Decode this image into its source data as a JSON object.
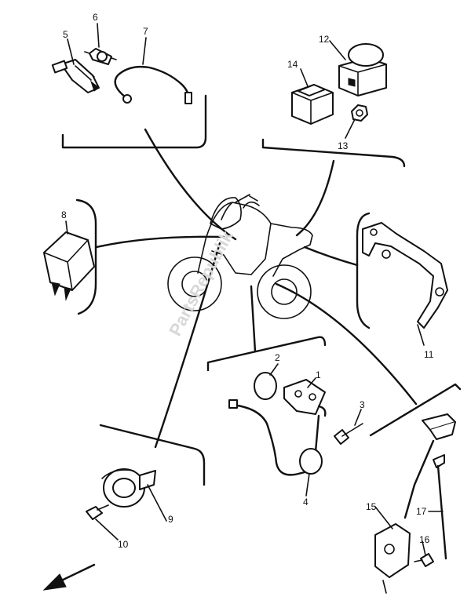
{
  "watermark": "PartsRepublik",
  "callouts": [
    {
      "id": "1",
      "text": "1"
    },
    {
      "id": "2",
      "text": "2"
    },
    {
      "id": "3",
      "text": "3"
    },
    {
      "id": "4",
      "text": "4"
    },
    {
      "id": "5",
      "text": "5"
    },
    {
      "id": "6",
      "text": "6"
    },
    {
      "id": "7",
      "text": "7"
    },
    {
      "id": "8",
      "text": "8"
    },
    {
      "id": "9",
      "text": "9"
    },
    {
      "id": "10",
      "text": "10"
    },
    {
      "id": "11",
      "text": "11"
    },
    {
      "id": "12",
      "text": "12"
    },
    {
      "id": "13",
      "text": "13"
    },
    {
      "id": "14",
      "text": "14"
    },
    {
      "id": "15",
      "text": "15"
    },
    {
      "id": "16",
      "text": "16"
    },
    {
      "id": "17",
      "text": "17"
    }
  ]
}
